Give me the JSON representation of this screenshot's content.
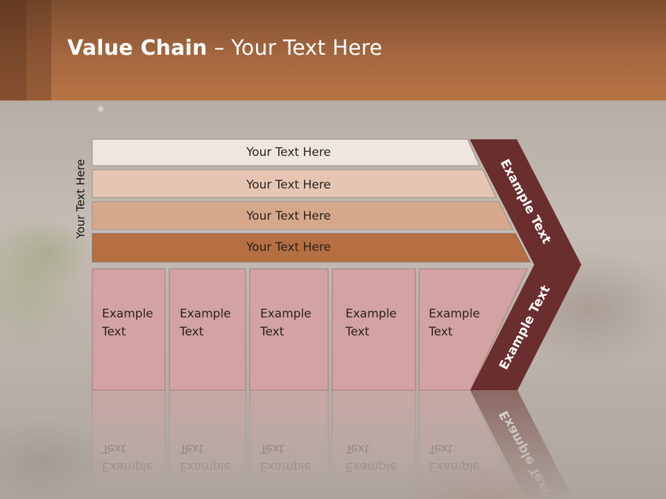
{
  "title": {
    "bold": "Value Chain",
    "rest": " – Your Text Here"
  },
  "side_label": "Your Text Here",
  "support_bars": [
    {
      "label": "Your Text Here",
      "color": "#f1e5df"
    },
    {
      "label": "Your Text Here",
      "color": "#e6c6b3"
    },
    {
      "label": "Your Text Here",
      "color": "#d6a88b"
    },
    {
      "label": "Your Text Here",
      "color": "#b56f43"
    }
  ],
  "primary_boxes": [
    {
      "line1": "Example",
      "line2": "Text"
    },
    {
      "line1": "Example",
      "line2": "Text"
    },
    {
      "line1": "Example",
      "line2": "Text"
    },
    {
      "line1": "Example",
      "line2": "Text"
    },
    {
      "line1": "Example",
      "line2": "Text"
    }
  ],
  "arrow": {
    "top_label": "Example Text",
    "bottom_label": "Example Text",
    "color": "#6a2e2e"
  },
  "colors": {
    "header": "#a4673f",
    "box_fill": "#d3a2a3",
    "box_border": "#9e7a78"
  }
}
